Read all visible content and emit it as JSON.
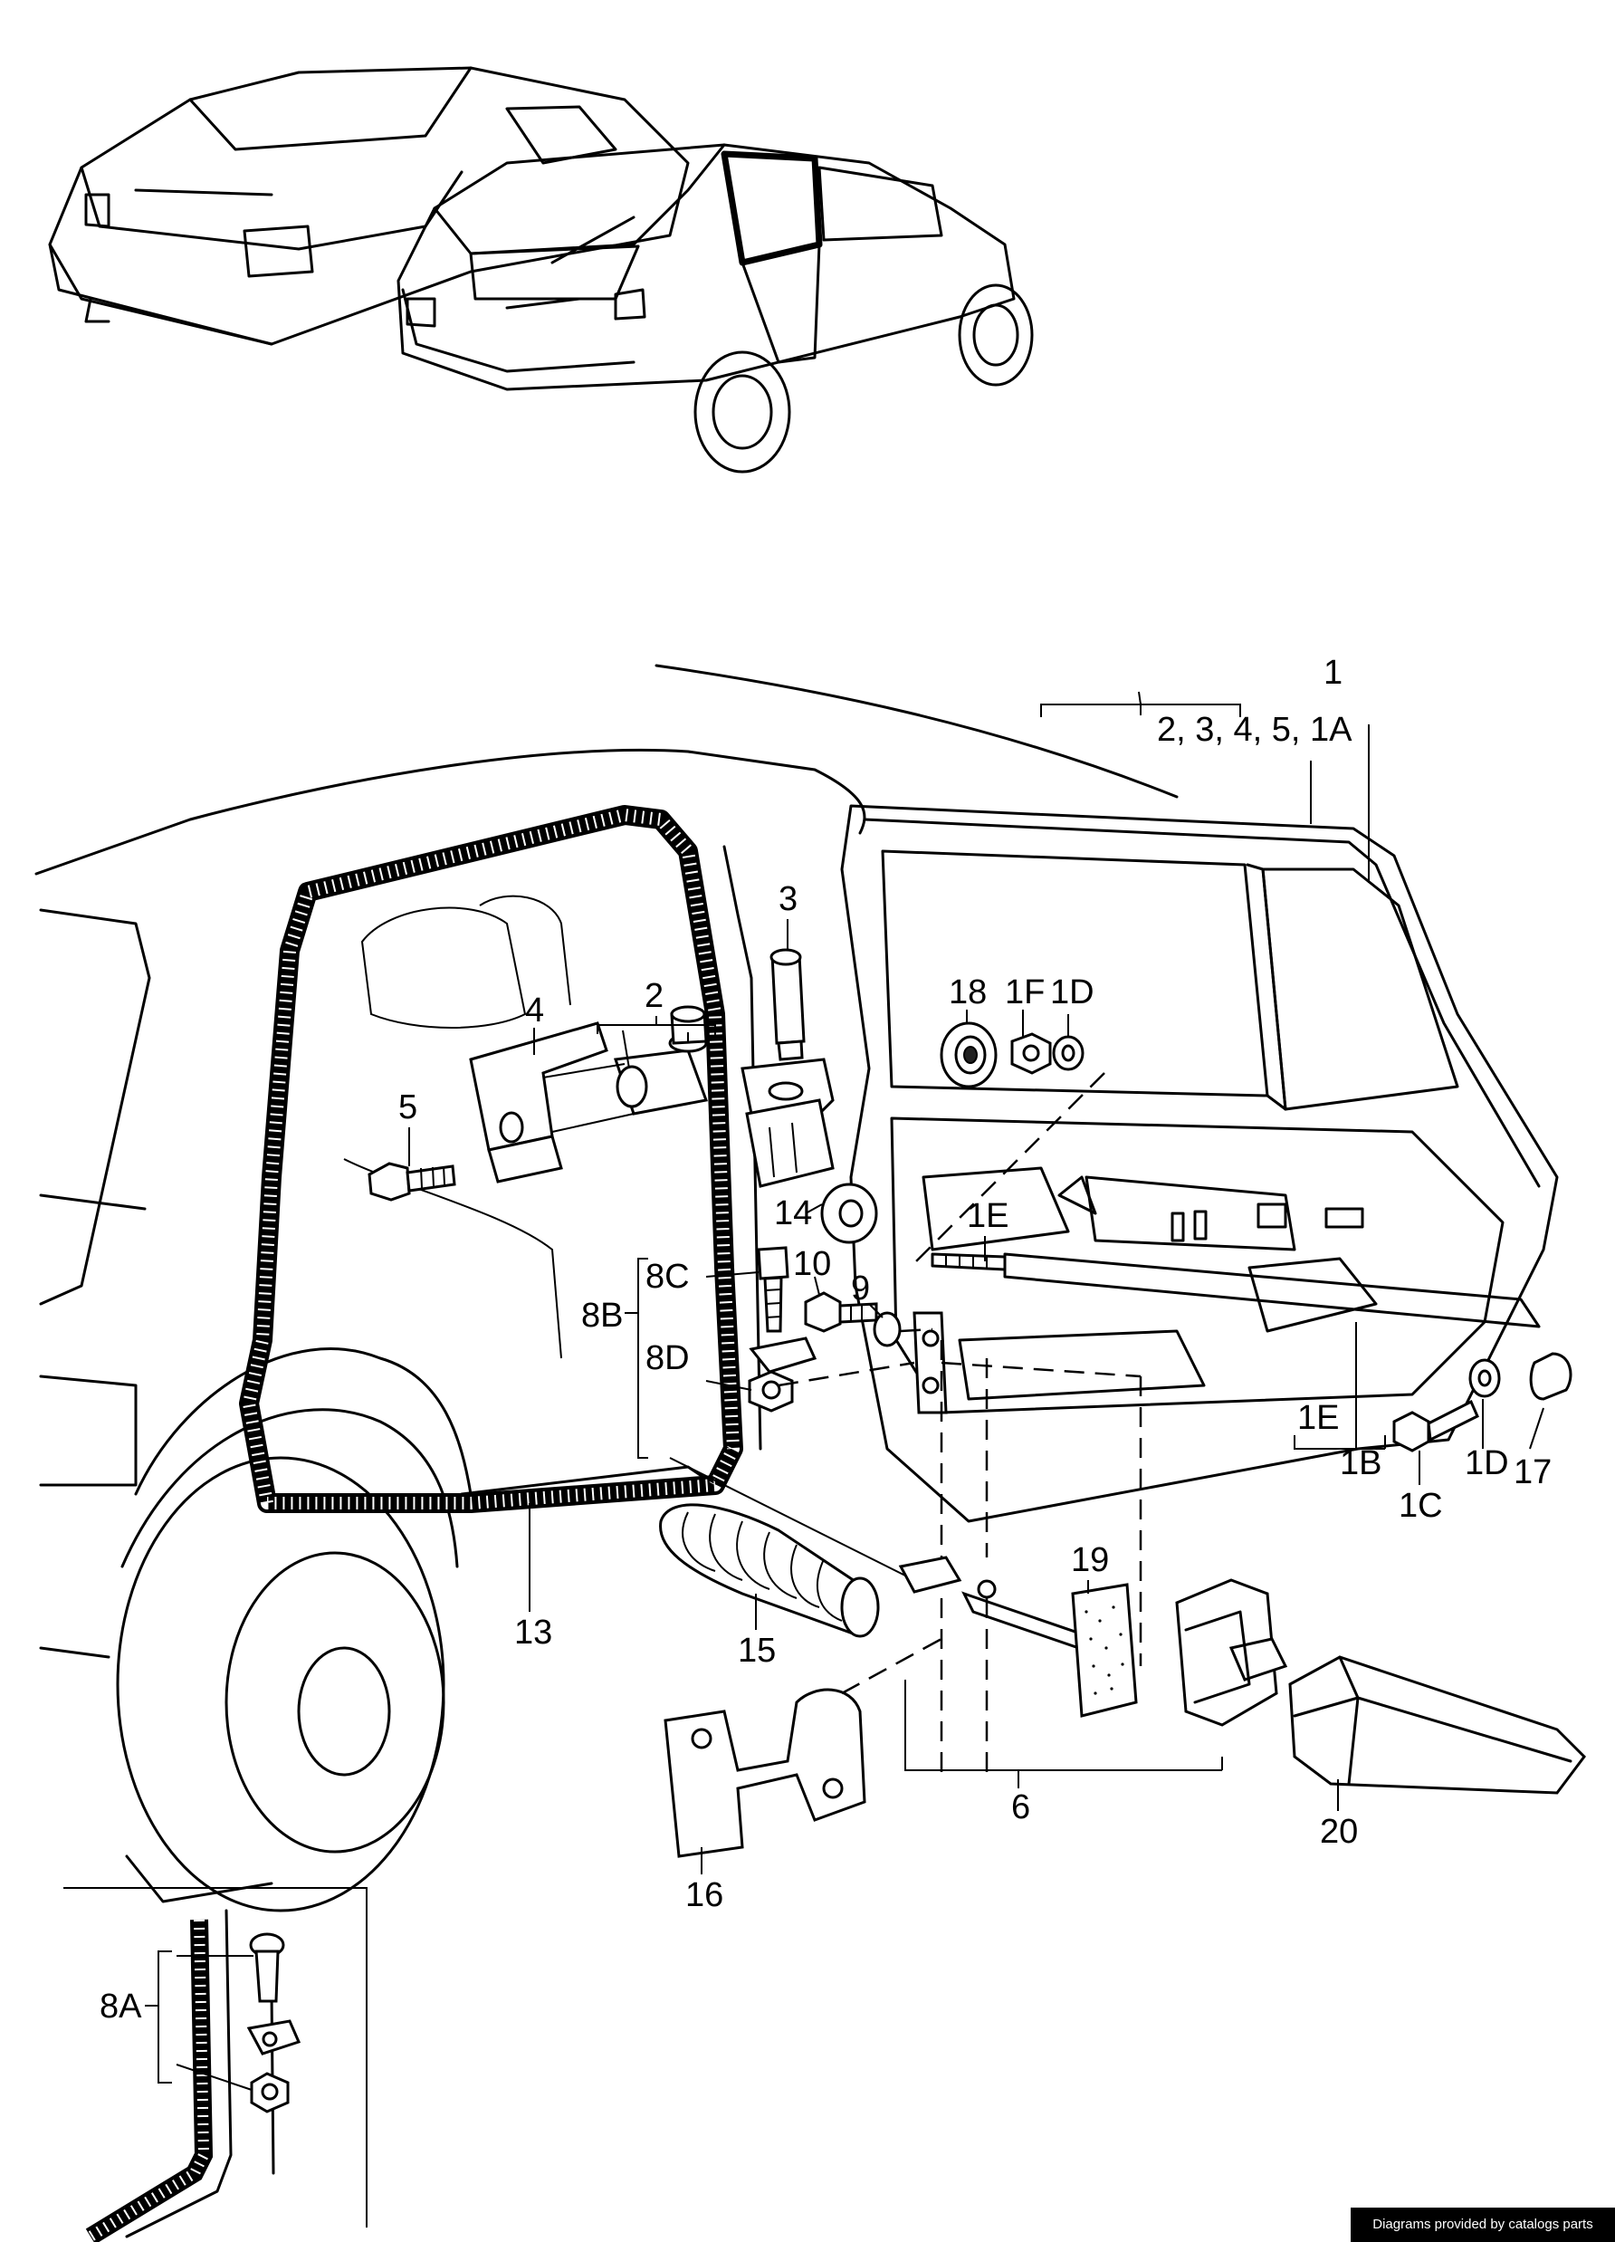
{
  "callouts": {
    "c1": "1",
    "c1_group": "2, 3, 4, 5, 1A",
    "c2": "2",
    "c3": "3",
    "c4": "4",
    "c5": "5",
    "c18": "18",
    "c1F": "1F",
    "c1D_top": "1D",
    "c14": "14",
    "c1E_top": "1E",
    "c8C": "8C",
    "c10": "10",
    "c9": "9",
    "c8B": "8B",
    "c8D": "8D",
    "c13": "13",
    "c15": "15",
    "c19": "19",
    "c6": "6",
    "c16": "16",
    "c20": "20",
    "c1E_bot": "1E",
    "c1B": "1B",
    "c1C": "1C",
    "c1D_bot": "1D",
    "c17": "17",
    "c8A": "8A"
  },
  "footer": {
    "credit": "Diagrams provided by catalogs parts"
  }
}
